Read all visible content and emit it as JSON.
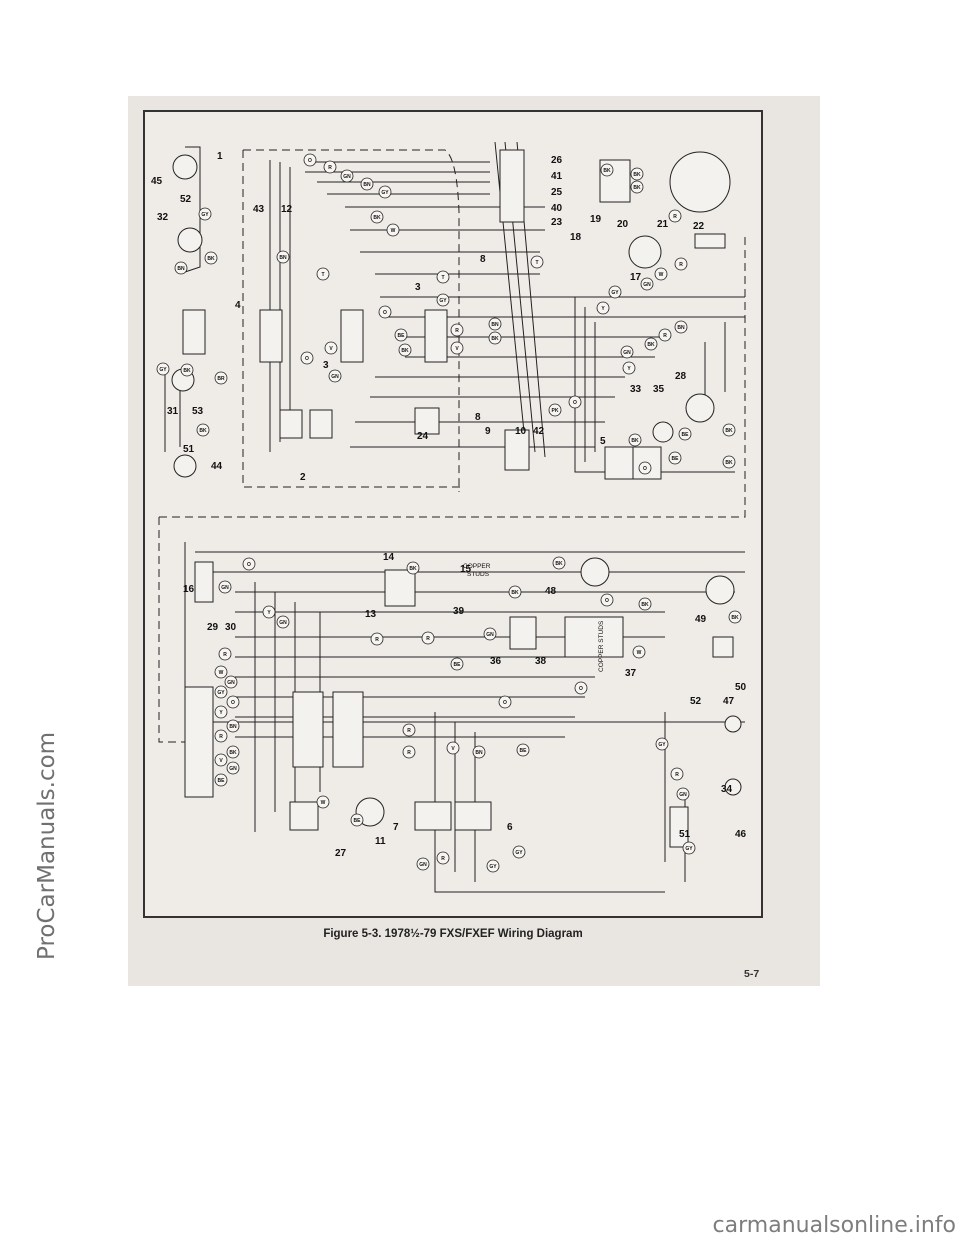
{
  "caption": "Figure 5-3. 1978½-79 FXS/FXEF Wiring Diagram",
  "page_number": "5-7",
  "watermarks": {
    "side": "ProCarManuals.com",
    "bottom": "carmanualsonline.info"
  },
  "diagram": {
    "stud_label_1": "COPPER\nSTUDS",
    "stud_label_2": "COPPER STUDS",
    "component_numbers": [
      "1",
      "2",
      "3",
      "4",
      "5",
      "6",
      "7",
      "8",
      "9",
      "10",
      "11",
      "12",
      "13",
      "14",
      "15",
      "16",
      "17",
      "18",
      "19",
      "20",
      "21",
      "22",
      "23",
      "24",
      "25",
      "26",
      "27",
      "28",
      "29",
      "30",
      "31",
      "32",
      "33",
      "34",
      "35",
      "36",
      "37",
      "38",
      "39",
      "40",
      "41",
      "42",
      "43",
      "44",
      "45",
      "46",
      "47",
      "48",
      "49",
      "50",
      "51",
      "52",
      "53"
    ],
    "wire_colors": [
      "O",
      "R",
      "GN",
      "BN",
      "GY",
      "BK",
      "W",
      "T",
      "Y",
      "V",
      "BE",
      "PK"
    ]
  }
}
